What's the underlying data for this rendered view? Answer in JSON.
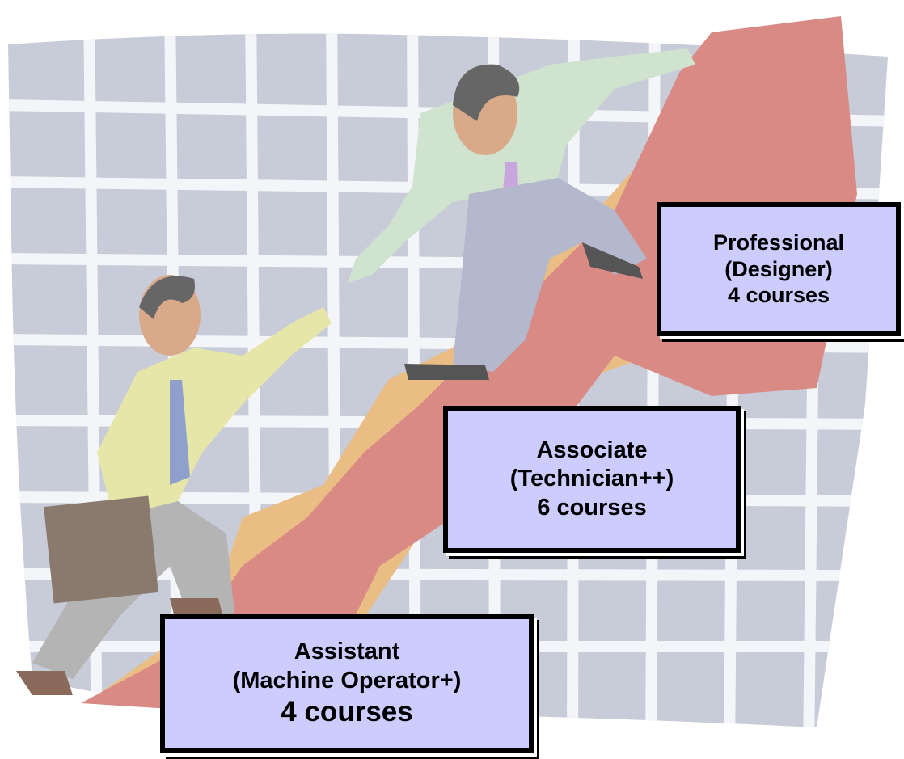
{
  "colors": {
    "box_fill": "#ccccff",
    "box_border": "#000000",
    "grid_wall": "#c8ccd8",
    "grid_lines": "#f4f5f8",
    "arrow_front": "#d98a84",
    "arrow_back": "#e9bd84"
  },
  "levels": [
    {
      "title": "Professional",
      "role": "(Designer)",
      "courses": "4 courses"
    },
    {
      "title": "Associate",
      "role": "(Technician++)",
      "courses": "6 courses"
    },
    {
      "title": "Assistant",
      "role": "(Machine Operator+)",
      "courses": "4 courses"
    }
  ]
}
